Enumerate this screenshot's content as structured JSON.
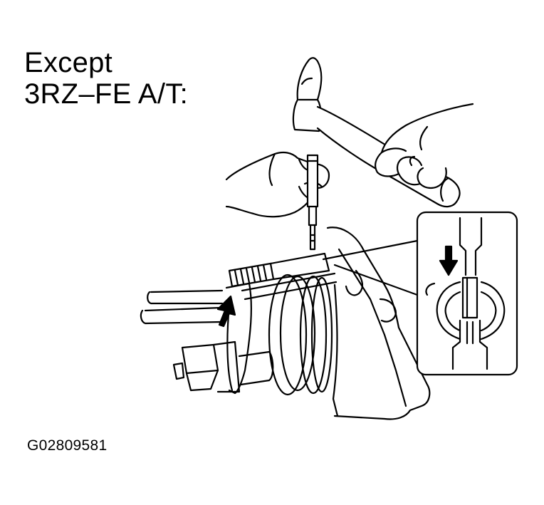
{
  "caption": {
    "line1": "Except",
    "line2": "3RZ–FE A/T:"
  },
  "figure_id": "G02809581",
  "colors": {
    "ink": "#000000",
    "paper": "#ffffff"
  },
  "icons": [
    "hammer-icon",
    "hand-icon",
    "pin-punch-icon",
    "arrow-down-icon",
    "arrow-up-icon"
  ]
}
